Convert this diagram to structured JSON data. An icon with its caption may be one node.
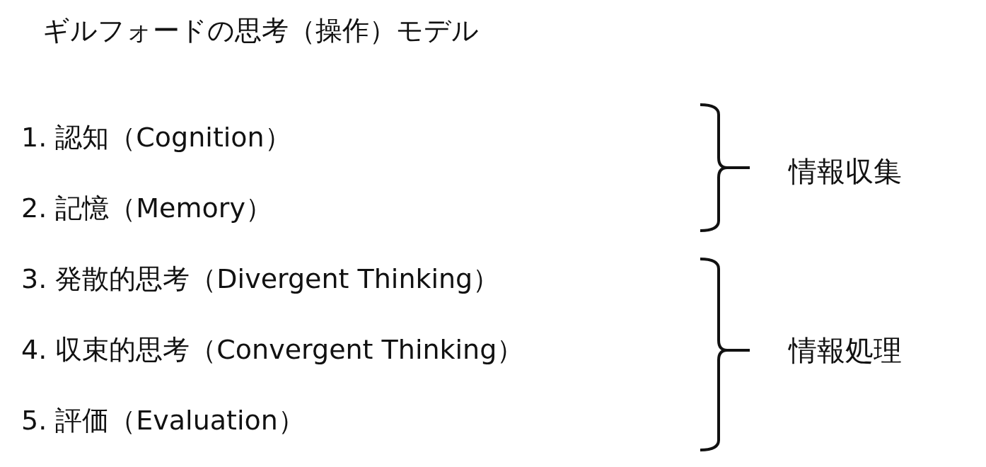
{
  "diagram": {
    "title": "ギルフォードの思考（操作）モデル",
    "labels": [
      "1. 認知（Cognition）",
      "情報収集",
      "2. 記憶（Memory）",
      "3. 発散的思考（Divergent Thinking）",
      "4. 収束的思考（Convergent Thinking）",
      "情報処理",
      "5. 評価（Evaluation）"
    ]
  }
}
